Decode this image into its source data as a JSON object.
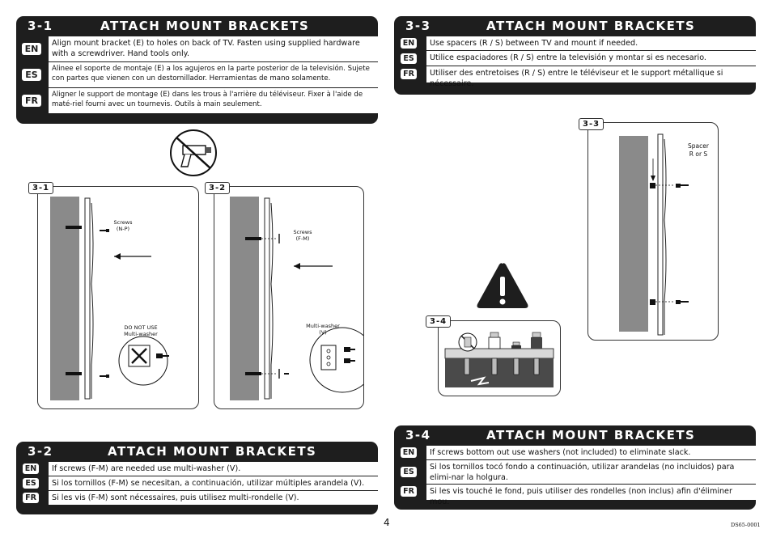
{
  "sections": {
    "s31": {
      "number": "3-1",
      "title": "ATTACH MOUNT BRACKETS",
      "rows": [
        {
          "lang": "EN",
          "text": "Align mount bracket (E) to holes on back of TV.  Fasten using supplied hardware with a screwdriver.   Hand tools only."
        },
        {
          "lang": "ES",
          "text": "Alinee el soporte de montaje (E) a los agujeros en la parte posterior de la televisión. Sujete con partes que vienen con un destornillador. Herramientas de mano solamente."
        },
        {
          "lang": "FR",
          "text": "Aligner le support de montage (E) dans les trous à l'arrière du téléviseur. Fixer à l'aide de maté-riel fourni avec un tournevis. Outils à main seulement."
        }
      ]
    },
    "s32": {
      "number": "3-2",
      "title": "ATTACH MOUNT BRACKETS",
      "rows": [
        {
          "lang": "EN",
          "text": "If screws (F-M) are needed use multi-washer (V)."
        },
        {
          "lang": "ES",
          "text": "Si los tornillos (F-M) se necesitan, a continuación, utilizar múltiples arandela (V)."
        },
        {
          "lang": "FR",
          "text": "Si les vis (F-M) sont nécessaires, puis utilisez multi-rondelle (V)."
        }
      ]
    },
    "s33": {
      "number": "3-3",
      "title": "ATTACH MOUNT BRACKETS",
      "rows": [
        {
          "lang": "EN",
          "text": "Use spacers (R / S) between TV and mount if needed."
        },
        {
          "lang": "ES",
          "text": "Utilice espaciadores (R / S) entre la televisión y montar si es necesario."
        },
        {
          "lang": "FR",
          "text": "Utiliser des entretoises (R / S) entre le téléviseur et le support métallique si nécessaire."
        }
      ]
    },
    "s34": {
      "number": "3-4",
      "title": "ATTACH MOUNT BRACKETS",
      "rows": [
        {
          "lang": "EN",
          "text": "If screws bottom out use washers (not included) to eliminate slack."
        },
        {
          "lang": "ES",
          "text": "Si los tornillos tocó fondo a continuación, utilizar arandelas (no incluidos) para elimi-nar la holgura."
        },
        {
          "lang": "FR",
          "text": "Si les vis touché le fond, puis utiliser des rondelles (non inclus) afin d'éliminer mou."
        }
      ]
    }
  },
  "figures": {
    "f31": {
      "label": "3-1",
      "screws": "Screws\n(N-P)",
      "donotuse": "DO NOT USE\nMulti-washer"
    },
    "f32": {
      "label": "3-2",
      "screws": "Screws\n(F-M)",
      "multiwasher": "Multi-washer\n(V)"
    },
    "f33": {
      "label": "3-3",
      "spacer": "Spacer\nR or S"
    },
    "f34": {
      "label": "3-4"
    }
  },
  "footer": {
    "page": "4",
    "code": "DS65-0001"
  }
}
